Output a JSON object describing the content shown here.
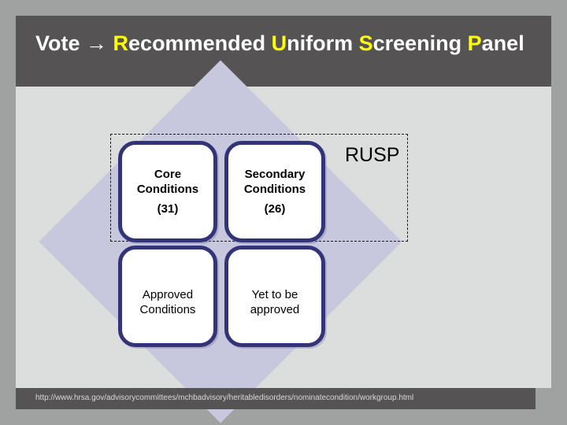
{
  "slide": {
    "title_parts": [
      {
        "text": "Vote ",
        "highlight": false
      },
      {
        "text": "→",
        "highlight": false
      },
      {
        "text": " ",
        "highlight": false
      },
      {
        "text": "R",
        "highlight": true
      },
      {
        "text": "ecommended ",
        "highlight": false
      },
      {
        "text": "U",
        "highlight": true
      },
      {
        "text": "niform ",
        "highlight": false
      },
      {
        "text": "S",
        "highlight": true
      },
      {
        "text": "creening ",
        "highlight": false
      },
      {
        "text": "P",
        "highlight": true
      },
      {
        "text": "anel",
        "highlight": false
      }
    ],
    "title_plain": "Vote → Recommended Uniform Screening Panel",
    "colors": {
      "header_bg": "#555354",
      "outer_bg": "#a0a2a1",
      "content_bg": "#dcdedd",
      "title_text": "#ffffff",
      "title_highlight": "#ffff00",
      "node_border": "#33337a",
      "node_fill": "#ffffff",
      "diamond_fill": "#c7c7de",
      "footer_bg": "#555354",
      "footer_text": "#d9d9d9"
    }
  },
  "diagram": {
    "group_label": "RUSP",
    "nodes": [
      {
        "id": "core",
        "line1": "Core",
        "line2": "Conditions",
        "count": "(31)"
      },
      {
        "id": "secondary",
        "line1": "Secondary",
        "line2": "Conditions",
        "count": "(26)"
      },
      {
        "id": "approved",
        "line1": "Approved",
        "line2": "Conditions",
        "count": ""
      },
      {
        "id": "yet",
        "line1": "Yet to be",
        "line2": "approved",
        "count": ""
      }
    ],
    "node_core_text": "Core\nConditions",
    "node_core_count": "(31)",
    "node_secondary_text": "Secondary\nConditions",
    "node_secondary_count": "(26)",
    "node_approved_text": "Approved\nConditions",
    "node_yet_text": "Yet to be\napproved"
  },
  "footer": {
    "url": "http://www.hrsa.gov/advisorycommittees/mchbadvisory/heritabledisorders/nominatecondition/workgroup.html"
  }
}
